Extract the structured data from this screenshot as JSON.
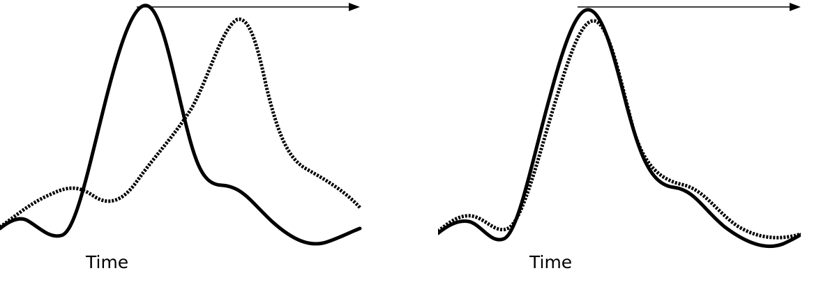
{
  "colors": {
    "curve": "#000000",
    "background": "#ffffff"
  },
  "panels": [
    {
      "time_label": "Time",
      "solid_curve": "signal",
      "dotted_curve": "shifted-signal",
      "relationship": "misaligned"
    },
    {
      "time_label": "Time",
      "solid_curve": "signal",
      "dotted_curve": "aligned-signal",
      "relationship": "aligned"
    }
  ]
}
